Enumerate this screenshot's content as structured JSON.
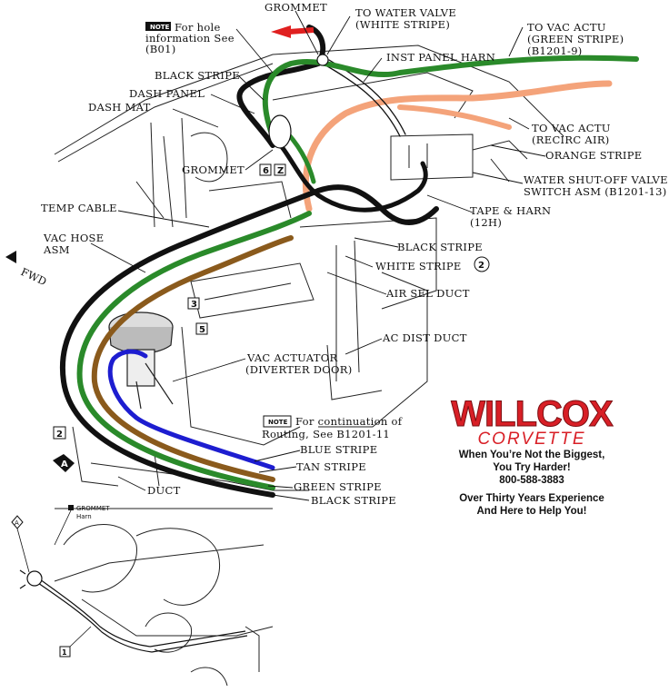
{
  "labels": {
    "grommet_top": "GROMMET",
    "to_water_valve": "TO WATER VALVE",
    "white_stripe_paren": "(WHITE STRIPE)",
    "note_tag": "NOTE",
    "note_hole_1": "For hole",
    "note_hole_2": "information See",
    "note_hole_3": "(B01)",
    "to_vac_actu_1": "TO VAC ACTU",
    "green_stripe_paren": "(GREEN STRIPE)",
    "b1201_9": "(B1201-9)",
    "inst_panel_harn": "INST PANEL HARN",
    "black_stripe_top": "BLACK STRIPE",
    "dash_panel": "DASH PANEL",
    "dash_mat": "DASH MAT",
    "to_vac_actu_2": "TO VAC ACTU",
    "recirc_air": "(RECIRC AIR)",
    "orange_stripe": "ORANGE STRIPE",
    "grommet_mid": "GROMMET",
    "water_shutoff_1": "WATER SHUT-OFF VALVE",
    "water_shutoff_2": "SWITCH ASM (B1201-13)",
    "temp_cable": "TEMP CABLE",
    "tape_harn_1": "TAPE & HARN",
    "tape_harn_2": "(12H)",
    "vac_hose_1": "VAC HOSE",
    "vac_hose_2": "ASM",
    "fwd": "FWD",
    "black_stripe_mid": "BLACK STRIPE",
    "white_stripe_mid": "WHITE STRIPE",
    "circle_2": "2",
    "air_sel_duct": "AIR SEL DUCT",
    "ac_dist_duct": "AC DIST DUCT",
    "vac_actuator_1": "VAC ACTUATOR",
    "vac_actuator_2": "(DIVERTER DOOR)",
    "note_cont_tag": "NOTE",
    "note_cont_1": "For continuation of",
    "note_cont_2": "Routing, See B1201-11",
    "blue_stripe": "BLUE STRIPE",
    "tan_stripe": "TAN STRIPE",
    "duct": "DUCT",
    "green_stripe": "GREEN STRIPE",
    "black_stripe_bot": "BLACK STRIPE",
    "box_6": "6",
    "box_z": "Z",
    "box_3": "3",
    "box_5": "5",
    "box_2": "2",
    "box_1": "1",
    "callout_a": "A",
    "callout_a_small": "A",
    "inset_grommet": "GROMMET",
    "inset_harn": "Harn"
  },
  "ad": {
    "brand": "WILLCOX",
    "sub": "CORVETTE",
    "line1": "When You’re Not the Biggest,",
    "line2": "You Try Harder!",
    "phone": "800-588-3883",
    "line3": "Over Thirty Years Experience",
    "line4": "And Here to Help You!"
  },
  "colors": {
    "green_hose": "#2a8a2a",
    "black_hose": "#111111",
    "tan_hose": "#8a5a1c",
    "blue_hose": "#1d1dd0",
    "orange_hose": "#f4a37a",
    "brand_red": "#d81f26",
    "arrow_red": "#e02020"
  }
}
